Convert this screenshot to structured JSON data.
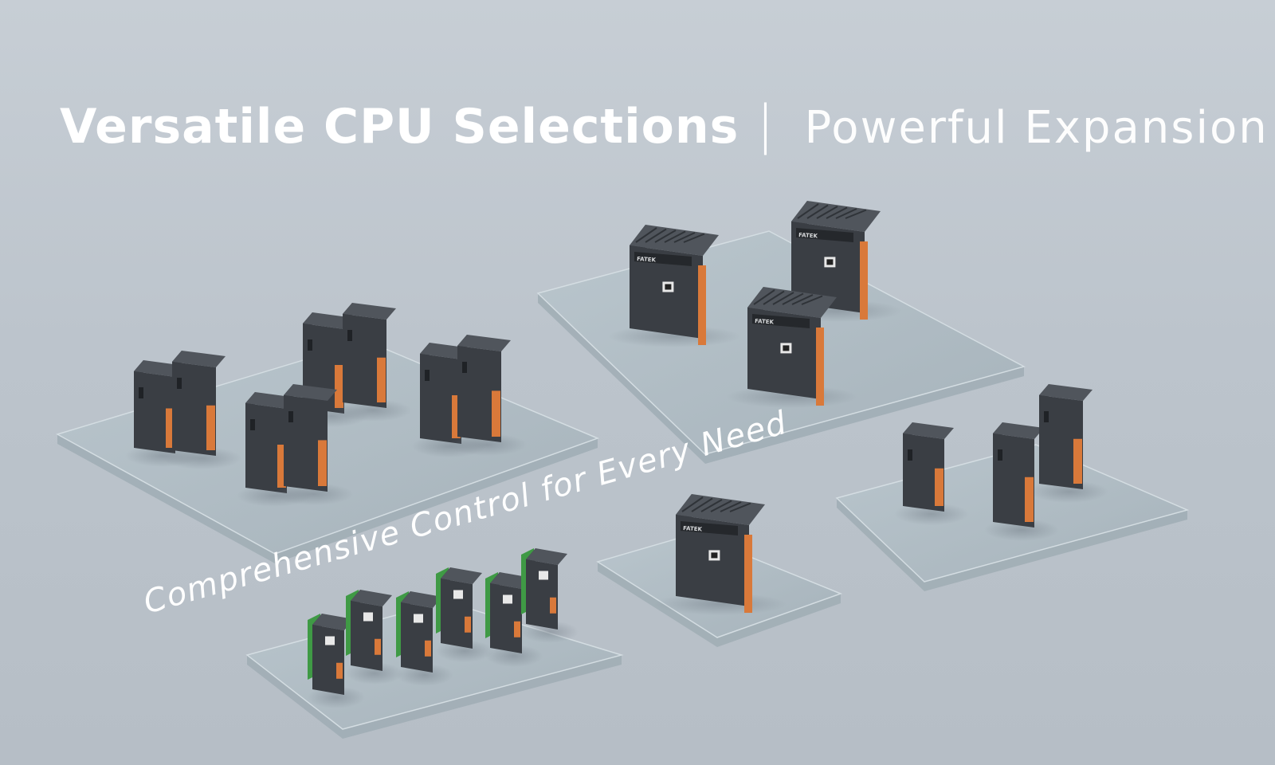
{
  "headline": {
    "main": "Versatile CPU Selections",
    "separator": "|",
    "sub": "Powerful Expansion"
  },
  "tagline": "Comprehensive Control for Every Need",
  "brand_logo_text": "FATEK",
  "colors": {
    "background": "#c0c8cf",
    "platform": "#a9b6be",
    "module_body": "#3a3e44",
    "terminal": "#d9793a",
    "pcb": "#3f9a45",
    "text": "#ffffff"
  }
}
